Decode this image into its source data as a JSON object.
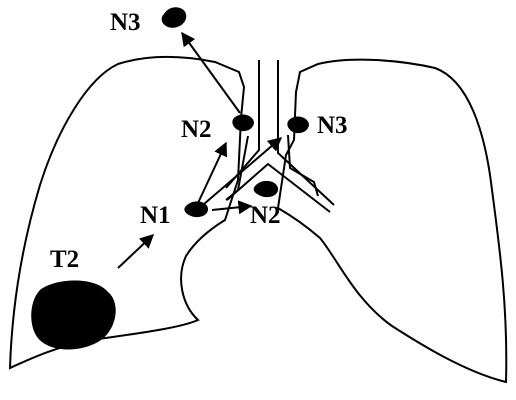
{
  "diagram": {
    "labels": {
      "n3_top": "N3",
      "n2_left": "N2",
      "n3_right": "N3",
      "n1": "N1",
      "n2_bottom": "N2",
      "t2": "T2"
    },
    "colors": {
      "ink": "#000000",
      "background": "#ffffff"
    }
  }
}
